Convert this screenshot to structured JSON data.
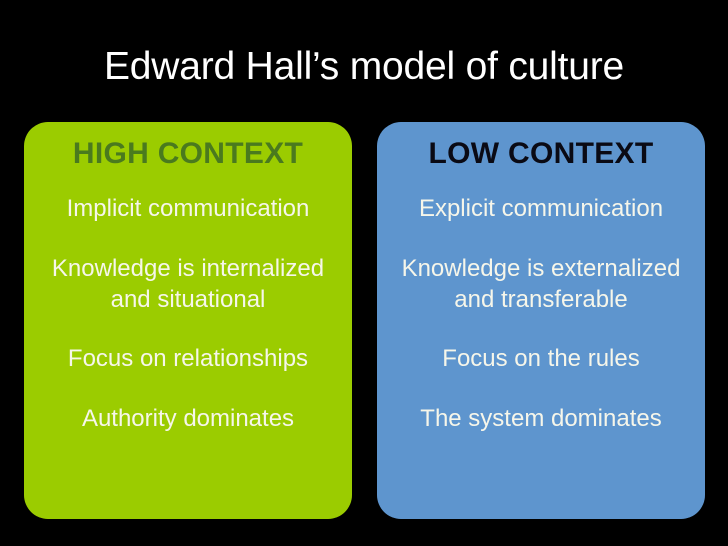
{
  "slide": {
    "title": "Edward Hall’s model of culture",
    "background_color": "#000000",
    "title_color": "#ffffff"
  },
  "panels": [
    {
      "id": "high-context",
      "header": "HIGH CONTEXT",
      "header_color": "#4a7a1e",
      "background_color": "#9bcc00",
      "text_color": "#f6f6ea",
      "lines": [
        "Implicit communication",
        "Knowledge is internalized and situational",
        "Focus on relationships",
        "Authority dominates"
      ]
    },
    {
      "id": "low-context",
      "header": "LOW CONTEXT",
      "header_color": "#0a0a14",
      "background_color": "#5e95ce",
      "text_color": "#f6f6ea",
      "lines": [
        "Explicit communication",
        "Knowledge is externalized and transferable",
        "Focus on the rules",
        "The system dominates"
      ]
    }
  ]
}
